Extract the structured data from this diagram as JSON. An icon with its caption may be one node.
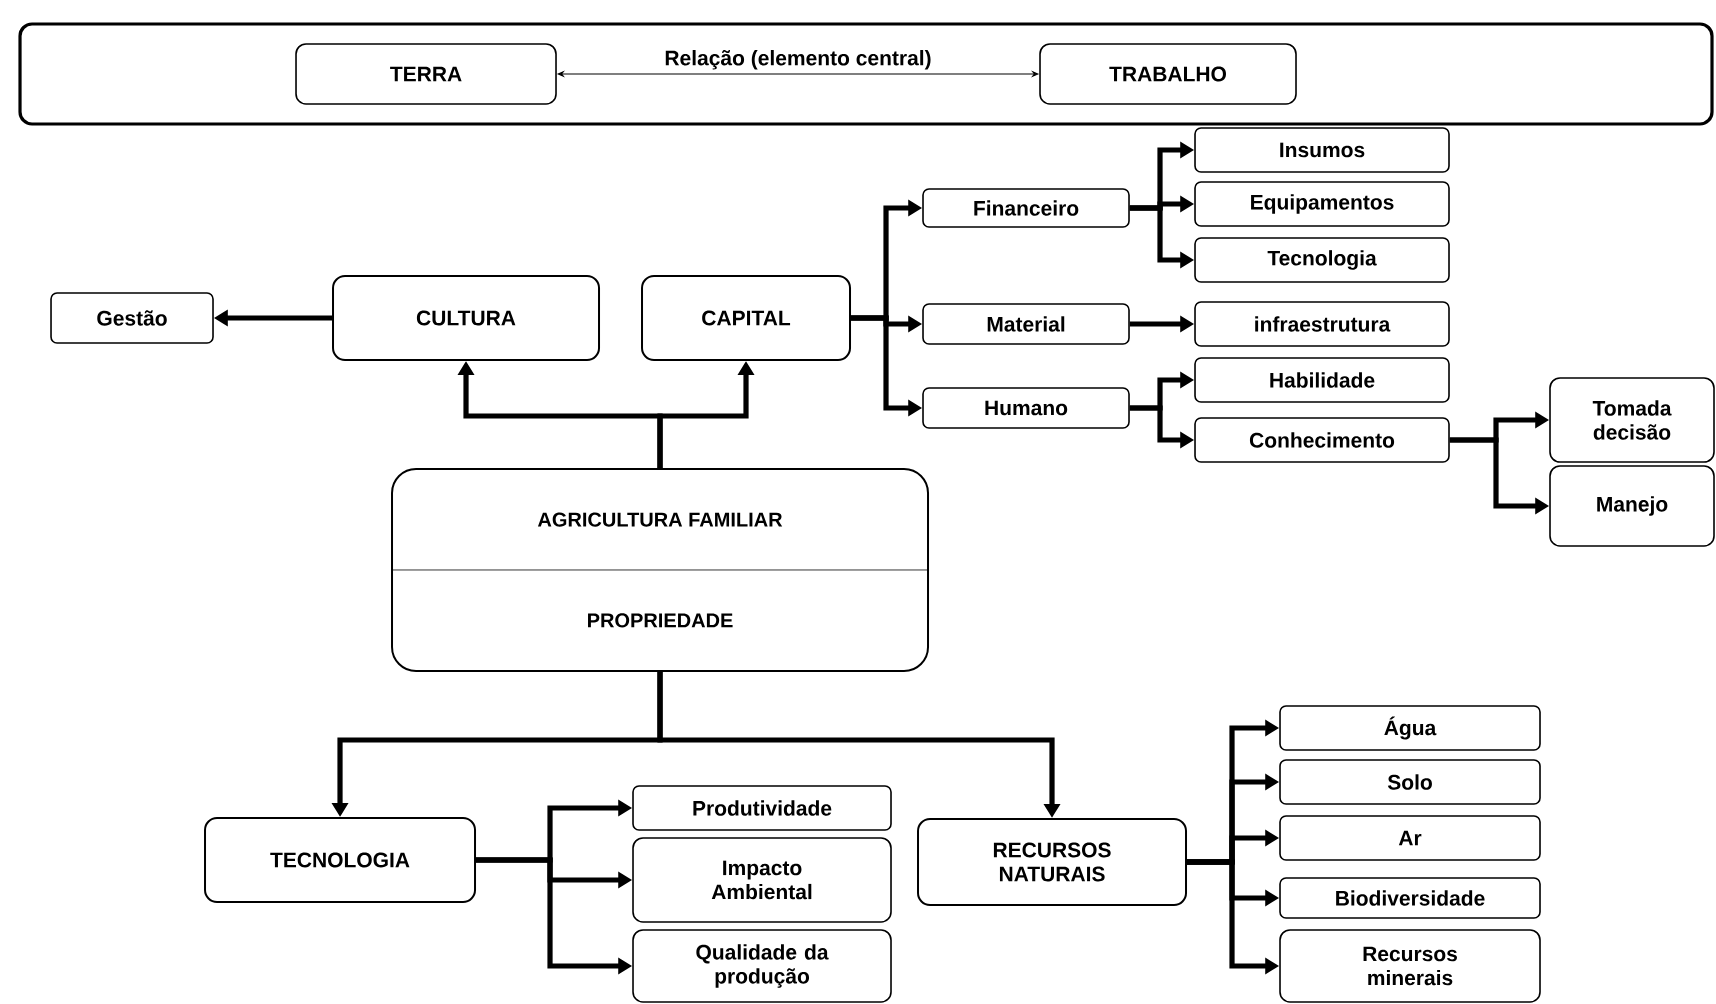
{
  "diagram": {
    "nodes": [
      {
        "text": [],
        "shape": "box"
      },
      {
        "text": [
          "TERRA"
        ],
        "in": 0
      },
      {
        "text": [
          "TRABALHO"
        ],
        "in": 0
      },
      {
        "text": [
          "Gestão"
        ]
      },
      {
        "text": [
          "CULTURA"
        ]
      },
      {
        "text": [
          "CAPITAL"
        ]
      },
      {
        "text": [
          "Financeiro"
        ]
      },
      {
        "text": [
          "Insumos"
        ]
      },
      {
        "text": [
          "Equipamentos"
        ]
      },
      {
        "text": [
          "Tecnologia"
        ]
      },
      {
        "text": [
          "Material"
        ]
      },
      {
        "text": [
          "infraestrutura"
        ]
      },
      {
        "text": [
          "Humano"
        ]
      },
      {
        "text": [
          "Habilidade"
        ]
      },
      {
        "text": [
          "Conhecimento"
        ]
      },
      {
        "text": [
          "Tomada decisão"
        ]
      },
      {
        "text": [
          "Manejo"
        ]
      },
      {
        "text": [
          "AGRICULTURA FAMILIAR",
          "PROPRIEDADE"
        ]
      },
      {
        "text": [
          "TECNOLOGIA"
        ]
      },
      {
        "text": [
          "Produtividade"
        ]
      },
      {
        "text": [
          "Impacto Ambiental"
        ]
      },
      {
        "text": [
          "Qualidade da produção"
        ]
      },
      {
        "text": [
          "RECURSOS NATURAIS"
        ]
      },
      {
        "text": [
          "Água"
        ]
      },
      {
        "text": [
          "Solo"
        ]
      },
      {
        "text": [
          "Ar"
        ]
      },
      {
        "text": [
          "Biodiversidade"
        ]
      },
      {
        "text": [
          "Recursos minerais"
        ]
      }
    ],
    "edges": [
      {
        "from": 1,
        "to": 2,
        "arrow": "both",
        "label": "Relação (elemento central)"
      },
      {
        "from": 4,
        "to": 3,
        "arrow": "to"
      },
      {
        "from": 17,
        "to": 4,
        "arrow": "to"
      },
      {
        "from": 17,
        "to": 5,
        "arrow": "to"
      },
      {
        "from": 5,
        "to": 6,
        "arrow": "to"
      },
      {
        "from": 5,
        "to": 10,
        "arrow": "to"
      },
      {
        "from": 5,
        "to": 12,
        "arrow": "to"
      },
      {
        "from": 6,
        "to": 7,
        "arrow": "to"
      },
      {
        "from": 6,
        "to": 8,
        "arrow": "to"
      },
      {
        "from": 6,
        "to": 9,
        "arrow": "to"
      },
      {
        "from": 10,
        "to": 11,
        "arrow": "to"
      },
      {
        "from": 12,
        "to": 13,
        "arrow": "to"
      },
      {
        "from": 12,
        "to": 14,
        "arrow": "to"
      },
      {
        "from": 14,
        "to": 15,
        "arrow": "to"
      },
      {
        "from": 14,
        "to": 16,
        "arrow": "to"
      },
      {
        "from": 17,
        "to": 18,
        "arrow": "to"
      },
      {
        "from": 17,
        "to": 22,
        "arrow": "to"
      },
      {
        "from": 18,
        "to": 19,
        "arrow": "to"
      },
      {
        "from": 18,
        "to": 20,
        "arrow": "to"
      },
      {
        "from": 18,
        "to": 21,
        "arrow": "to"
      },
      {
        "from": 22,
        "to": 23,
        "arrow": "to"
      },
      {
        "from": 22,
        "to": 24,
        "arrow": "to"
      },
      {
        "from": 22,
        "to": 25,
        "arrow": "to"
      },
      {
        "from": 22,
        "to": 26,
        "arrow": "to"
      },
      {
        "from": 22,
        "to": 27,
        "arrow": "to"
      }
    ]
  }
}
